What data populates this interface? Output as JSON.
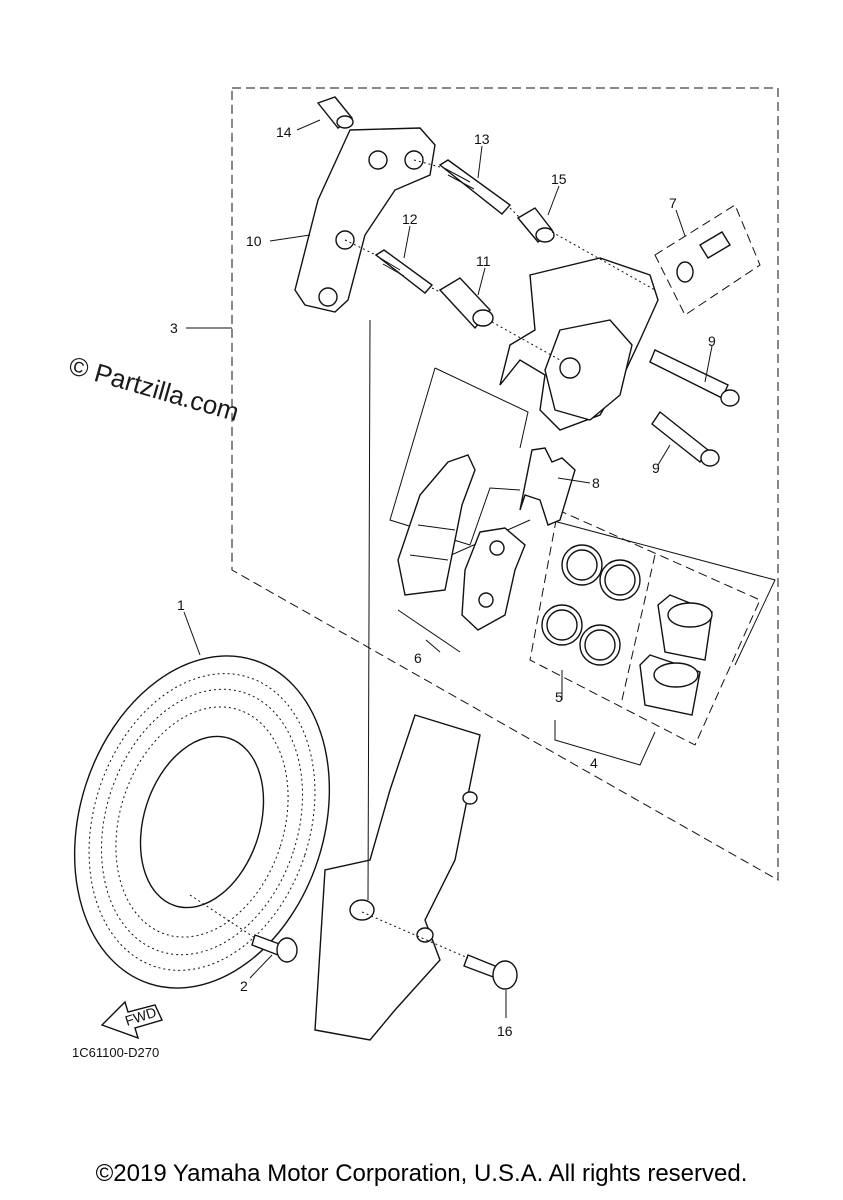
{
  "watermark": "© Partzilla.com",
  "diagram_code": "1C61100-D270",
  "copyright": "©2019 Yamaha Motor Corporation, U.S.A. All rights reserved.",
  "fwd_label": "FWD",
  "callouts": [
    "1",
    "2",
    "3",
    "4",
    "5",
    "6",
    "7",
    "8",
    "9",
    "9",
    "10",
    "11",
    "12",
    "13",
    "14",
    "15",
    "16"
  ]
}
